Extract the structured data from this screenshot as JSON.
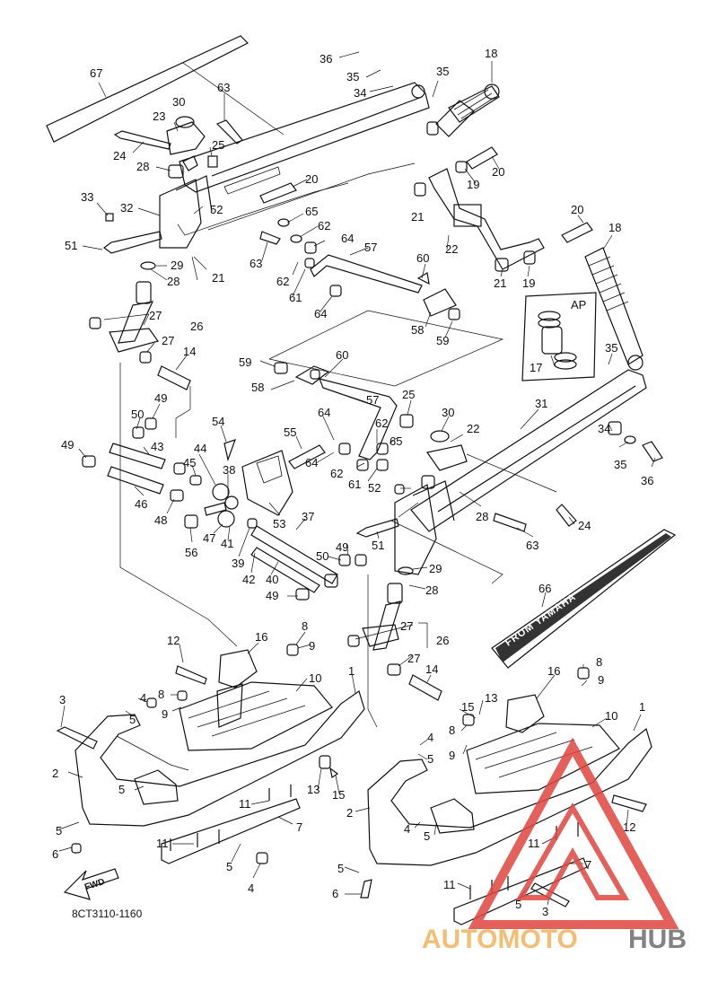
{
  "diagram": {
    "code": "8CT3110-1160",
    "fwd_label": "FWD",
    "decal_text": "FROM YAMAHA",
    "inset_label": "AP",
    "watermark": {
      "part1": "AUTOMOTO",
      "part2": "HUB",
      "color1": "#f2b25c",
      "color2": "#6d6d6d",
      "logo_color": "#e0463f"
    },
    "callouts": [
      {
        "id": "c67",
        "label": "67"
      },
      {
        "id": "c36a",
        "label": "36"
      },
      {
        "id": "c35a",
        "label": "35"
      },
      {
        "id": "c34a",
        "label": "34"
      },
      {
        "id": "c35b",
        "label": "35"
      },
      {
        "id": "c18a",
        "label": "18"
      },
      {
        "id": "c63a",
        "label": "63"
      },
      {
        "id": "c30a",
        "label": "30"
      },
      {
        "id": "c23a",
        "label": "23"
      },
      {
        "id": "c25a",
        "label": "25"
      },
      {
        "id": "c24a",
        "label": "24"
      },
      {
        "id": "c28a",
        "label": "28"
      },
      {
        "id": "c20a",
        "label": "20"
      },
      {
        "id": "c20b",
        "label": "20"
      },
      {
        "id": "c19a",
        "label": "19"
      },
      {
        "id": "c33",
        "label": "33"
      },
      {
        "id": "c32",
        "label": "32"
      },
      {
        "id": "c52a",
        "label": "52"
      },
      {
        "id": "c65a",
        "label": "65"
      },
      {
        "id": "c21a",
        "label": "21"
      },
      {
        "id": "c62a",
        "label": "62"
      },
      {
        "id": "c64a",
        "label": "64"
      },
      {
        "id": "c57a",
        "label": "57"
      },
      {
        "id": "c22a",
        "label": "22"
      },
      {
        "id": "c20c",
        "label": "20"
      },
      {
        "id": "c18b",
        "label": "18"
      },
      {
        "id": "c51a",
        "label": "51"
      },
      {
        "id": "c29a",
        "label": "29"
      },
      {
        "id": "c21b",
        "label": "21"
      },
      {
        "id": "c63b",
        "label": "63"
      },
      {
        "id": "c62b",
        "label": "62"
      },
      {
        "id": "c61a",
        "label": "61"
      },
      {
        "id": "c60a",
        "label": "60"
      },
      {
        "id": "c21c",
        "label": "21"
      },
      {
        "id": "c19b",
        "label": "19"
      },
      {
        "id": "c28b",
        "label": "28"
      },
      {
        "id": "c64b",
        "label": "64"
      },
      {
        "id": "c58a",
        "label": "58"
      },
      {
        "id": "c59a",
        "label": "59"
      },
      {
        "id": "c27a",
        "label": "27"
      },
      {
        "id": "c26a",
        "label": "26"
      },
      {
        "id": "c27b",
        "label": "27"
      },
      {
        "id": "c17",
        "label": "17"
      },
      {
        "id": "c35c",
        "label": "35"
      },
      {
        "id": "c14a",
        "label": "14"
      },
      {
        "id": "c59b",
        "label": "59"
      },
      {
        "id": "c60b",
        "label": "60"
      },
      {
        "id": "c58b",
        "label": "58"
      },
      {
        "id": "c57b",
        "label": "57"
      },
      {
        "id": "c25b",
        "label": "25"
      },
      {
        "id": "c31",
        "label": "31"
      },
      {
        "id": "c49a",
        "label": "49"
      },
      {
        "id": "c50a",
        "label": "50"
      },
      {
        "id": "c64c",
        "label": "64"
      },
      {
        "id": "c30b",
        "label": "30"
      },
      {
        "id": "c22b",
        "label": "22"
      },
      {
        "id": "c54",
        "label": "54"
      },
      {
        "id": "c62c",
        "label": "62"
      },
      {
        "id": "c55",
        "label": "55"
      },
      {
        "id": "c65b",
        "label": "65"
      },
      {
        "id": "c34b",
        "label": "34"
      },
      {
        "id": "c49b",
        "label": "49"
      },
      {
        "id": "c43",
        "label": "43"
      },
      {
        "id": "c44",
        "label": "44"
      },
      {
        "id": "c64d",
        "label": "64"
      },
      {
        "id": "c35d",
        "label": "35"
      },
      {
        "id": "c36b",
        "label": "36"
      },
      {
        "id": "c45",
        "label": "45"
      },
      {
        "id": "c38",
        "label": "38"
      },
      {
        "id": "c62d",
        "label": "62"
      },
      {
        "id": "c61b",
        "label": "61"
      },
      {
        "id": "c52b",
        "label": "52"
      },
      {
        "id": "c46",
        "label": "46"
      },
      {
        "id": "c48",
        "label": "48"
      },
      {
        "id": "c28c",
        "label": "28"
      },
      {
        "id": "c24b",
        "label": "24"
      },
      {
        "id": "c37",
        "label": "37"
      },
      {
        "id": "c53",
        "label": "53"
      },
      {
        "id": "c56",
        "label": "56"
      },
      {
        "id": "c47",
        "label": "47"
      },
      {
        "id": "c41",
        "label": "41"
      },
      {
        "id": "c51b",
        "label": "51"
      },
      {
        "id": "c63c",
        "label": "63"
      },
      {
        "id": "c39",
        "label": "39"
      },
      {
        "id": "c49c",
        "label": "49"
      },
      {
        "id": "c50b",
        "label": "50"
      },
      {
        "id": "c42",
        "label": "42"
      },
      {
        "id": "c40",
        "label": "40"
      },
      {
        "id": "c29b",
        "label": "29"
      },
      {
        "id": "c49d",
        "label": "49"
      },
      {
        "id": "c28d",
        "label": "28"
      },
      {
        "id": "c66",
        "label": "66"
      },
      {
        "id": "c8a",
        "label": "8"
      },
      {
        "id": "c27c",
        "label": "27"
      },
      {
        "id": "c9a",
        "label": "9"
      },
      {
        "id": "c26b",
        "label": "26"
      },
      {
        "id": "c12a",
        "label": "12"
      },
      {
        "id": "c16a",
        "label": "16"
      },
      {
        "id": "c27d",
        "label": "27"
      },
      {
        "id": "c10a",
        "label": "10"
      },
      {
        "id": "c1a",
        "label": "1"
      },
      {
        "id": "c14b",
        "label": "14"
      },
      {
        "id": "c16b",
        "label": "16"
      },
      {
        "id": "c8b",
        "label": "8"
      },
      {
        "id": "c9b",
        "label": "9"
      },
      {
        "id": "c3a",
        "label": "3"
      },
      {
        "id": "c4a",
        "label": "4"
      },
      {
        "id": "c8c",
        "label": "8"
      },
      {
        "id": "c5a",
        "label": "5"
      },
      {
        "id": "c9c",
        "label": "9"
      },
      {
        "id": "c15a",
        "label": "15"
      },
      {
        "id": "c13a",
        "label": "13"
      },
      {
        "id": "c1b",
        "label": "1"
      },
      {
        "id": "c8d",
        "label": "8"
      },
      {
        "id": "c10b",
        "label": "10"
      },
      {
        "id": "c9d",
        "label": "9"
      },
      {
        "id": "c4b",
        "label": "4"
      },
      {
        "id": "c5b",
        "label": "5"
      },
      {
        "id": "c2a",
        "label": "2"
      },
      {
        "id": "c5c",
        "label": "5"
      },
      {
        "id": "c13b",
        "label": "13"
      },
      {
        "id": "c15b",
        "label": "15"
      },
      {
        "id": "c11a",
        "label": "11"
      },
      {
        "id": "c2b",
        "label": "2"
      },
      {
        "id": "c7a",
        "label": "7"
      },
      {
        "id": "c12b",
        "label": "12"
      },
      {
        "id": "c5d",
        "label": "5"
      },
      {
        "id": "c11b",
        "label": "11"
      },
      {
        "id": "c4c",
        "label": "4"
      },
      {
        "id": "c5e",
        "label": "5"
      },
      {
        "id": "c6a",
        "label": "6"
      },
      {
        "id": "c11c",
        "label": "11"
      },
      {
        "id": "c7b",
        "label": "7"
      },
      {
        "id": "c5f",
        "label": "5"
      },
      {
        "id": "c4d",
        "label": "4"
      },
      {
        "id": "c11d",
        "label": "11"
      },
      {
        "id": "c6b",
        "label": "6"
      },
      {
        "id": "c5g",
        "label": "5"
      },
      {
        "id": "c3b",
        "label": "3"
      },
      {
        "id": "c5h",
        "label": "5"
      }
    ]
  }
}
